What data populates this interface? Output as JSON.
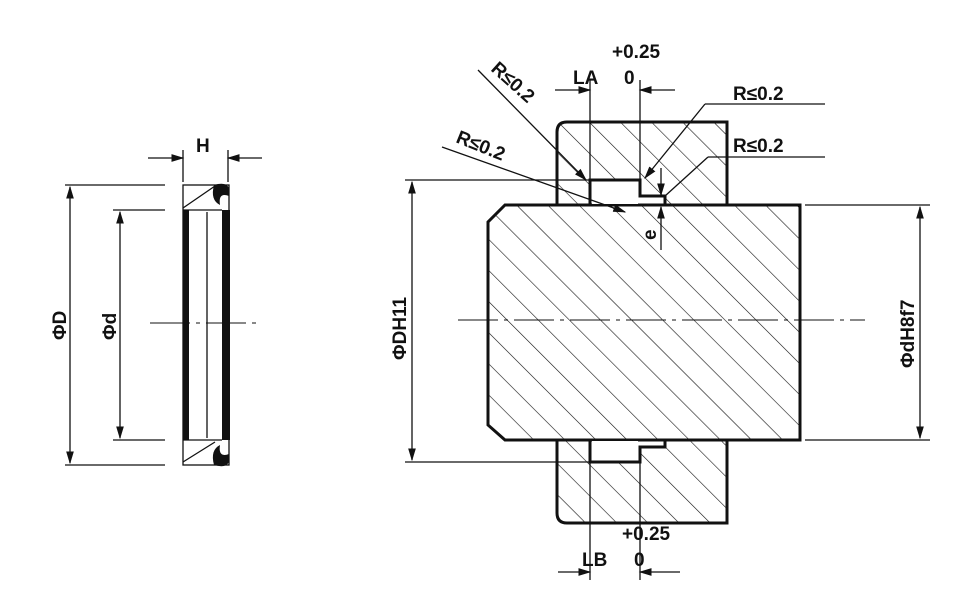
{
  "seal_view": {
    "height_label": "H",
    "outer_dia_label": "ΦD",
    "inner_dia_label": "Φd"
  },
  "housing_view": {
    "top_tol_upper": "+0.25",
    "top_tol_lower": "0",
    "top_width_label": "LA",
    "radius_labels": [
      "R≤0.2",
      "R≤0.2",
      "R≤0.2",
      "R≤0.2"
    ],
    "bore_dia_label": "ΦDH11",
    "rod_dia_label": "ΦdH8f7",
    "gap_label": "e",
    "bottom_tol_upper": "+0.25",
    "bottom_tol_lower": "0",
    "bottom_width_label": "LB"
  }
}
